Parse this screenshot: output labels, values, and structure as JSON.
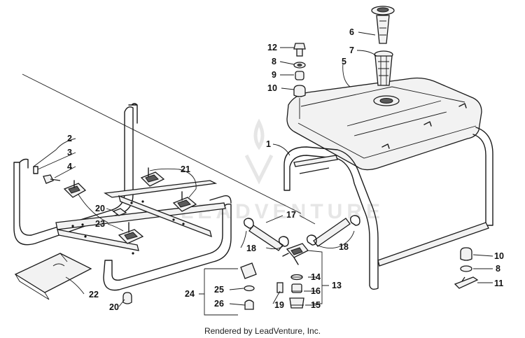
{
  "diagram": {
    "callouts": [
      "1",
      "2",
      "3",
      "4",
      "5",
      "6",
      "7",
      "8",
      "9",
      "10",
      "11",
      "12",
      "13",
      "14",
      "15",
      "16",
      "17",
      "18",
      "19",
      "20",
      "21",
      "22",
      "23",
      "24",
      "25",
      "26"
    ],
    "labels": [
      {
        "id": "lbl-6",
        "text": "6"
      },
      {
        "id": "lbl-12",
        "text": "12"
      },
      {
        "id": "lbl-7",
        "text": "7"
      },
      {
        "id": "lbl-8a",
        "text": "8"
      },
      {
        "id": "lbl-5",
        "text": "5"
      },
      {
        "id": "lbl-9",
        "text": "9"
      },
      {
        "id": "lbl-10a",
        "text": "10"
      },
      {
        "id": "lbl-1",
        "text": "1"
      },
      {
        "id": "lbl-2",
        "text": "2"
      },
      {
        "id": "lbl-3",
        "text": "3"
      },
      {
        "id": "lbl-4",
        "text": "4"
      },
      {
        "id": "lbl-21",
        "text": "21"
      },
      {
        "id": "lbl-20a",
        "text": "20"
      },
      {
        "id": "lbl-23",
        "text": "23"
      },
      {
        "id": "lbl-17",
        "text": "17"
      },
      {
        "id": "lbl-18a",
        "text": "18"
      },
      {
        "id": "lbl-18b",
        "text": "18"
      },
      {
        "id": "lbl-10b",
        "text": "10"
      },
      {
        "id": "lbl-8b",
        "text": "8"
      },
      {
        "id": "lbl-11",
        "text": "11"
      },
      {
        "id": "lbl-22",
        "text": "22"
      },
      {
        "id": "lbl-20b",
        "text": "20"
      },
      {
        "id": "lbl-24",
        "text": "24"
      },
      {
        "id": "lbl-25",
        "text": "25"
      },
      {
        "id": "lbl-26",
        "text": "26"
      },
      {
        "id": "lbl-14",
        "text": "14"
      },
      {
        "id": "lbl-16",
        "text": "16"
      },
      {
        "id": "lbl-15",
        "text": "15"
      },
      {
        "id": "lbl-19",
        "text": "19"
      },
      {
        "id": "lbl-13",
        "text": "13"
      }
    ]
  },
  "watermark": {
    "text": "LEADVENTURE"
  },
  "footer": {
    "credit": "Rendered by LeadVenture, Inc."
  }
}
